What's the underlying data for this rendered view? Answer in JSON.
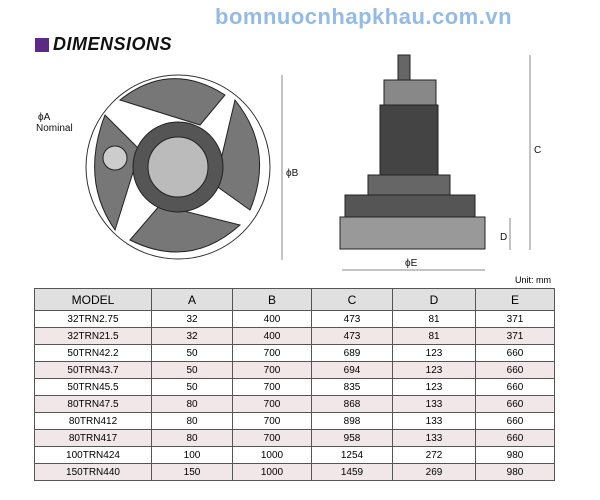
{
  "title": "DIMENSIONS",
  "labels": {
    "phiA": "ϕA",
    "nominal": "Nominal",
    "phiB": "ϕB",
    "C": "C",
    "D": "D",
    "phiE": "ϕE"
  },
  "unit": "Unit: mm",
  "watermark": "bomnuocnhapkhau.com.vn",
  "table": {
    "headers": [
      "MODEL",
      "A",
      "B",
      "C",
      "D",
      "E"
    ],
    "rows": [
      [
        "32TRN2.75",
        "32",
        "400",
        "473",
        "81",
        "371"
      ],
      [
        "32TRN21.5",
        "32",
        "400",
        "473",
        "81",
        "371"
      ],
      [
        "50TRN42.2",
        "50",
        "700",
        "689",
        "123",
        "660"
      ],
      [
        "50TRN43.7",
        "50",
        "700",
        "694",
        "123",
        "660"
      ],
      [
        "50TRN45.5",
        "50",
        "700",
        "835",
        "123",
        "660"
      ],
      [
        "80TRN47.5",
        "80",
        "700",
        "868",
        "133",
        "660"
      ],
      [
        "80TRN412",
        "80",
        "700",
        "898",
        "133",
        "660"
      ],
      [
        "80TRN417",
        "80",
        "700",
        "958",
        "133",
        "660"
      ],
      [
        "100TRN424",
        "100",
        "1000",
        "1254",
        "272",
        "980"
      ],
      [
        "150TRN440",
        "150",
        "1000",
        "1459",
        "269",
        "980"
      ]
    ]
  }
}
